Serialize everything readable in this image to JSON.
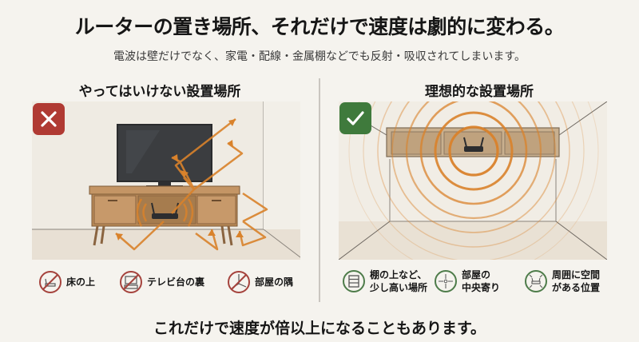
{
  "header": {
    "title": "ルーターの置き場所、それだけで速度は劇的に変わる。",
    "subtitle": "電波は壁だけでなく、家電・配線・金属棚などでも反射・吸収されてしまいます。"
  },
  "bad_panel": {
    "heading": "やってはいけない設置場所",
    "badge_icon": "x-mark-icon",
    "badge_color": "#b03a33",
    "items": [
      {
        "label": "床の上",
        "icon": "router-on-floor-prohibited-icon"
      },
      {
        "label": "テレビ台の裏",
        "icon": "tv-stand-prohibited-icon"
      },
      {
        "label": "部屋の隅",
        "icon": "room-corner-prohibited-icon"
      }
    ]
  },
  "good_panel": {
    "heading": "理想的な設置場所",
    "badge_icon": "check-mark-icon",
    "badge_color": "#3f7a3c",
    "items": [
      {
        "line1": "棚の上など、",
        "line2": "少し高い場所",
        "icon": "shelf-icon"
      },
      {
        "line1": "部屋の",
        "line2": "中央寄り",
        "icon": "center-crosshair-icon"
      },
      {
        "line1": "周囲に空間",
        "line2": "がある位置",
        "icon": "open-space-icon"
      }
    ]
  },
  "footer": {
    "text": "これだけで速度が倍以上になることもあります。"
  },
  "colors": {
    "background": "#f5f3ee",
    "signal_orange": "#d9822b",
    "wood": "#b98a57",
    "prohibited_red": "#a5433d",
    "good_green": "#4e7c4a"
  }
}
